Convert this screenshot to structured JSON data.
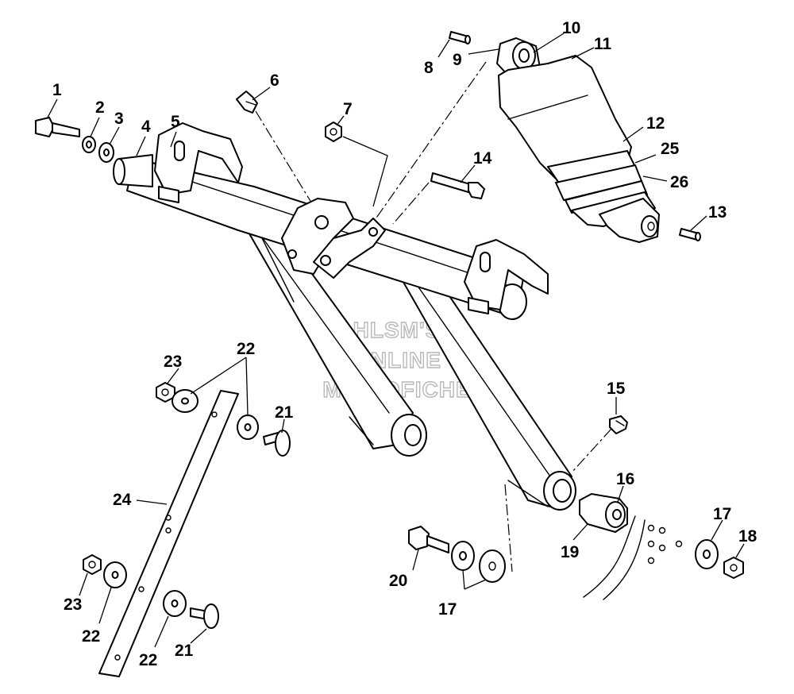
{
  "watermark": {
    "line1": "HLSM'S",
    "line2": "ONLINE",
    "line3": "MICROFICHE"
  },
  "callouts": [
    {
      "id": "c1",
      "label": "1"
    },
    {
      "id": "c2",
      "label": "2"
    },
    {
      "id": "c3",
      "label": "3"
    },
    {
      "id": "c4",
      "label": "4"
    },
    {
      "id": "c5",
      "label": "5"
    },
    {
      "id": "c6",
      "label": "6"
    },
    {
      "id": "c7",
      "label": "7"
    },
    {
      "id": "c8",
      "label": "8"
    },
    {
      "id": "c9",
      "label": "9"
    },
    {
      "id": "c10",
      "label": "10"
    },
    {
      "id": "c11",
      "label": "11"
    },
    {
      "id": "c12",
      "label": "12"
    },
    {
      "id": "c13",
      "label": "13"
    },
    {
      "id": "c14",
      "label": "14"
    },
    {
      "id": "c15",
      "label": "15"
    },
    {
      "id": "c16",
      "label": "16"
    },
    {
      "id": "c17a",
      "label": "17"
    },
    {
      "id": "c17b",
      "label": "17"
    },
    {
      "id": "c18",
      "label": "18"
    },
    {
      "id": "c19",
      "label": "19"
    },
    {
      "id": "c20",
      "label": "20"
    },
    {
      "id": "c21a",
      "label": "21"
    },
    {
      "id": "c21b",
      "label": "21"
    },
    {
      "id": "c22a",
      "label": "22"
    },
    {
      "id": "c22b",
      "label": "22"
    },
    {
      "id": "c22c",
      "label": "22"
    },
    {
      "id": "c23a",
      "label": "23"
    },
    {
      "id": "c23b",
      "label": "23"
    },
    {
      "id": "c24",
      "label": "24"
    },
    {
      "id": "c25",
      "label": "25"
    },
    {
      "id": "c26",
      "label": "26"
    }
  ]
}
